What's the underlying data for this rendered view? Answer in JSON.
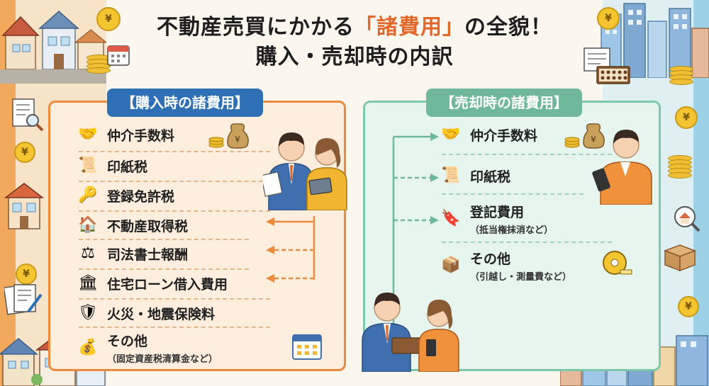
{
  "title": {
    "line1_prefix": "不動産売買にかかる",
    "line1_accent": "「諸費用」",
    "line1_suffix": "の全貌！",
    "line2": "購入・売却時の内訳"
  },
  "purchase": {
    "header": "【購入時の諸費用】",
    "items": [
      {
        "label": "仲介手数料",
        "icon": "handshake-icon"
      },
      {
        "label": "印紙税",
        "icon": "document-stamp-icon"
      },
      {
        "label": "登録免許税",
        "icon": "seal-key-icon"
      },
      {
        "label": "不動産取得税",
        "icon": "house-document-icon"
      },
      {
        "label": "司法書士報酬",
        "icon": "scales-icon"
      },
      {
        "label": "住宅ローン借入費用",
        "icon": "bank-icon"
      },
      {
        "label": "火災・地震保険料",
        "icon": "shield-house-icon"
      },
      {
        "label": "その他",
        "sub": "（固定資産税清算金など）",
        "icon": "coin-stack-icon"
      }
    ]
  },
  "sale": {
    "header": "【売却時の諸費用】",
    "items": [
      {
        "label": "仲介手数料",
        "icon": "handshake-icon"
      },
      {
        "label": "印紙税",
        "icon": "document-stamp-icon"
      },
      {
        "label": "登記費用",
        "sub": "（抵当権抹消など）",
        "icon": "seal-stamp-icon"
      },
      {
        "label": "その他",
        "sub": "（引越し・測量費など）",
        "icon": "box-icon"
      }
    ]
  },
  "colors": {
    "accent": "#e2672a",
    "purchase_header": "#2f6fb6",
    "sale_header": "#6fb89b",
    "purchase_border": "#ec8a3d",
    "sale_border": "#7fc7ab"
  },
  "icons": {
    "coin_symbol": "¥"
  }
}
